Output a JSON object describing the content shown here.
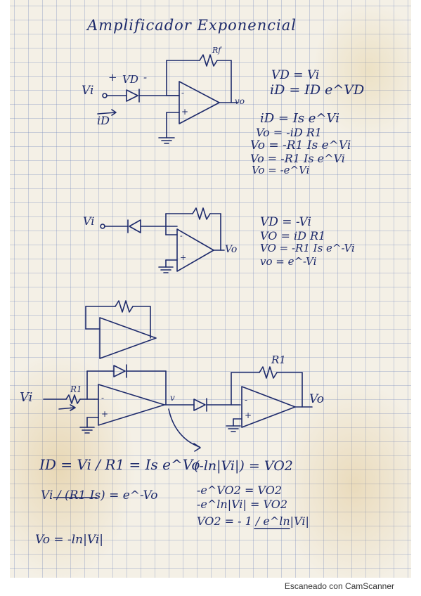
{
  "notes": {
    "title": "Amplificador Exponencial",
    "circuit1": {
      "labels": {
        "vi": "Vi",
        "plus": "+",
        "vd": "VD",
        "minus": "-",
        "rf": "Rf",
        "vo": "vo",
        "id": "iD",
        "inv": "-",
        "noninv": "+"
      },
      "equations": [
        "VD = Vi",
        "iD = ID e^VD",
        "iD = Is e^Vi",
        "Vo = -iD R1",
        "Vo = -R1 Is e^Vi",
        "Vo = -R1 Is e^Vi",
        "Vo = -e^Vi"
      ]
    },
    "circuit2": {
      "labels": {
        "vi": "Vi",
        "vo": "Vo",
        "inv": "-",
        "noninv": "+"
      },
      "equations": [
        "VD = -Vi",
        "VO = iD R1",
        "VO = -R1 Is e^-Vi",
        "vo = e^-Vi"
      ]
    },
    "circuit3": {
      "labels": {
        "vi": "Vi",
        "r1": "R1",
        "r1b": "R1",
        "v": "v",
        "vo": "Vo",
        "inv": "-",
        "noninv": "+",
        "inv2": "-",
        "noninv2": "+"
      }
    },
    "derivation": {
      "left": [
        "ID = Vi / R1 = Is e^Vo",
        "Vi / (R1 Is) = e^-Vo",
        "Vo = -ln|Vi|"
      ],
      "right": [
        "(-ln|Vi|) = VO2",
        "-e^VO2 = VO2",
        "-e^ln|Vi| = VO2",
        "VO2 = - 1 / e^ln|Vi|"
      ]
    }
  },
  "footer": {
    "scanner": "Escaneado con CamScanner"
  },
  "colors": {
    "ink": "#1d2a6b",
    "paper": "#f4f0e6",
    "grid": "#7a8cbe"
  }
}
